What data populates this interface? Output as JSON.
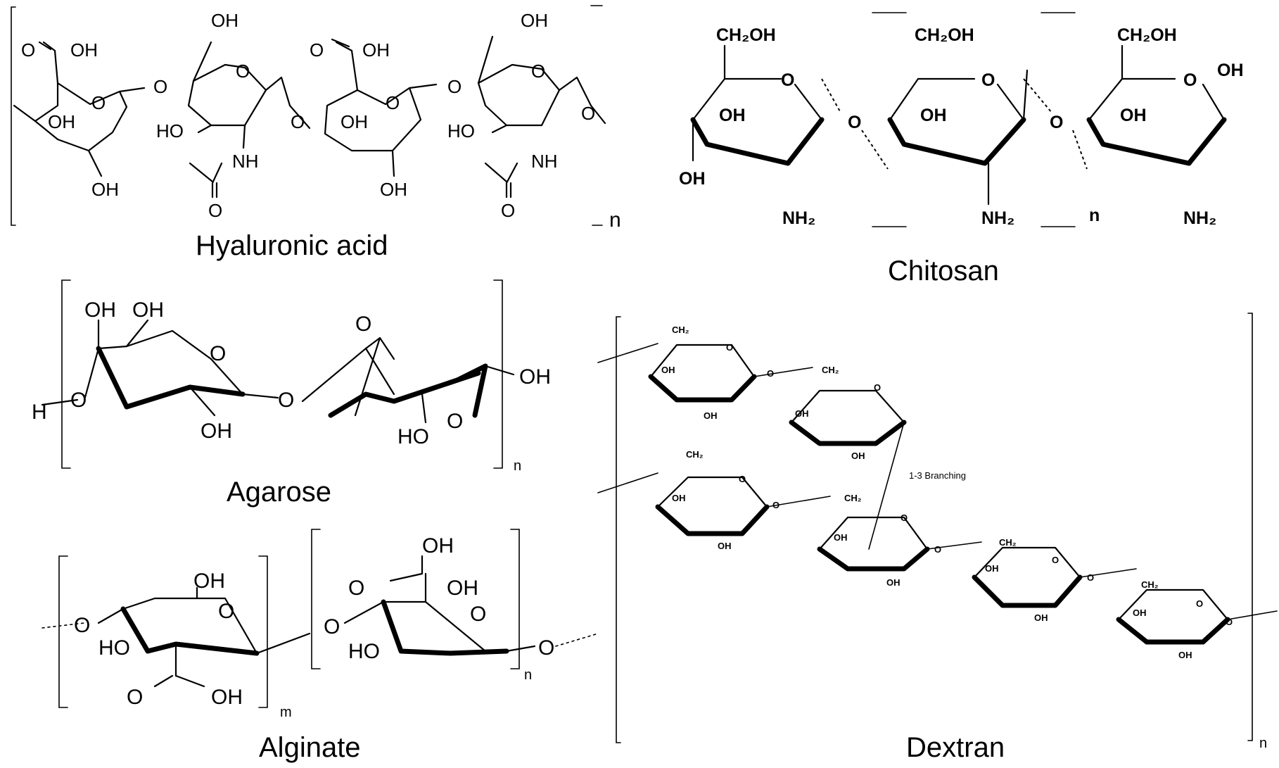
{
  "molecules": {
    "hyaluronic_acid": {
      "name": "Hyaluronic acid",
      "repeat": "n"
    },
    "chitosan": {
      "name": "Chitosan",
      "repeat": "n"
    },
    "agarose": {
      "name": "Agarose",
      "repeat": "n"
    },
    "alginate": {
      "name": "Alginate",
      "repeat_m": "m",
      "repeat_n": "n"
    },
    "dextran": {
      "name": "Dextran",
      "repeat": "n",
      "branch_label": "1-3 Branching"
    }
  },
  "atoms": {
    "OH": "OH",
    "HO": "HO",
    "O": "O",
    "NH": "NH",
    "H": "H",
    "CH2OH": "CH₂OH",
    "NH2": "NH₂",
    "CH2": "CH₂"
  }
}
